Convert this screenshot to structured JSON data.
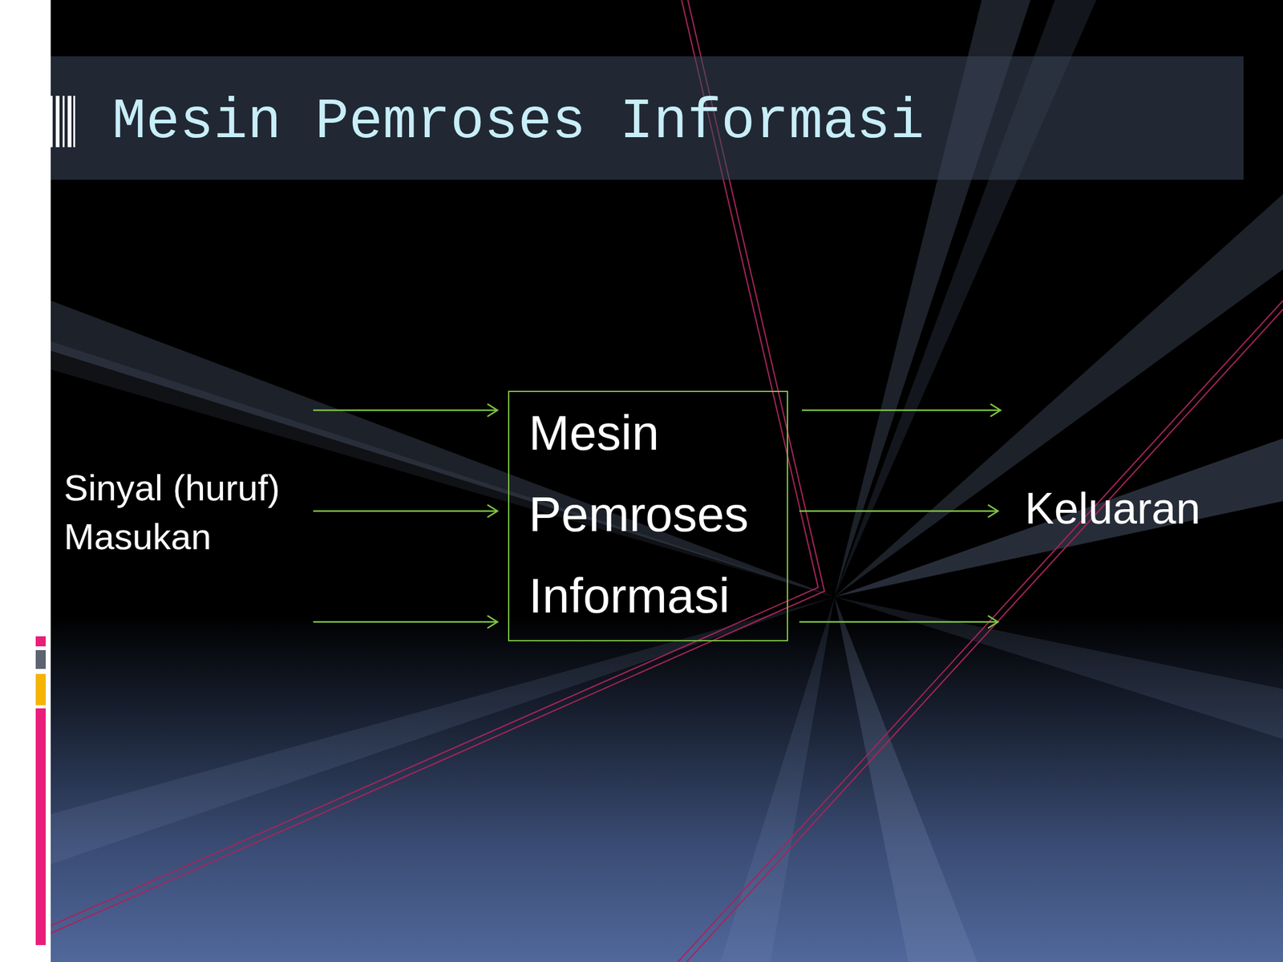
{
  "diagram": {
    "title": "Mesin Pemroses Informasi",
    "nodes": [
      {
        "text": [
          "Mesin Pemroses Informasi"
        ]
      }
    ],
    "labels": [
      "Sinyal (huruf) Masukan",
      "Keluaran"
    ]
  }
}
